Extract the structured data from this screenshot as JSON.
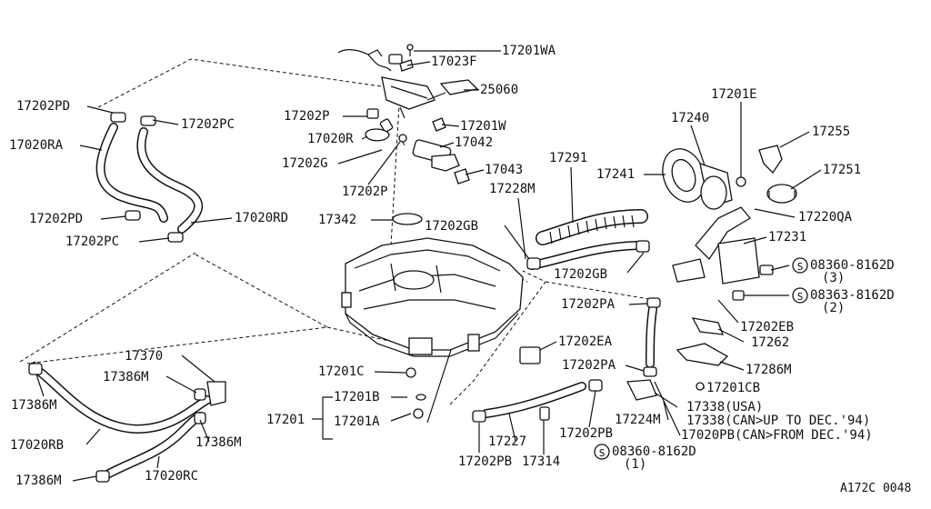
{
  "diagram_code": "A172C 0048",
  "labels": {
    "p17201WA": "17201WA",
    "p17023F": "17023F",
    "p25060": "25060",
    "p17202PD_top": "17202PD",
    "p17202PC_top": "17202PC",
    "p17020RA": "17020RA",
    "p17202P_a": "17202P",
    "p17201W": "17201W",
    "p17020R": "17020R",
    "p17042": "17042",
    "p17202G": "17202G",
    "p17043": "17043",
    "p17202P_b": "17202P",
    "p17201E": "17201E",
    "p17240": "17240",
    "p17255": "17255",
    "p17291": "17291",
    "p17241": "17241",
    "p17251": "17251",
    "p17228M": "17228M",
    "p17202PD_bot": "17202PD",
    "p17020RD": "17020RD",
    "p17342": "17342",
    "p17202GB_a": "17202GB",
    "p17220QA": "17220QA",
    "p17202PC_bot": "17202PC",
    "p17231": "17231",
    "p08360_top": "08360-8162D",
    "p08360_top_qty": "(3)",
    "p17202GB_b": "17202GB",
    "p08363": "08363-8162D",
    "p08363_qty": "(2)",
    "p17202PA_a": "17202PA",
    "p17202EB": "17202EB",
    "p17262": "17262",
    "p17370": "17370",
    "p17202EA": "17202EA",
    "p17386M_a": "17386M",
    "p17286M": "17286M",
    "p17201C": "17201C",
    "p17202PA_b": "17202PA",
    "p17201CB": "17201CB",
    "p17386M_b": "17386M",
    "p17201B": "17201B",
    "p17338_usa": "17338(USA)",
    "p17201": "17201",
    "p17201A": "17201A",
    "p17224M": "17224M",
    "p17338_can": "17338(CAN>UP TO DEC.'94)",
    "p17386M_c": "17386M",
    "p17020PB": "17020PB(CAN>FROM DEC.'94)",
    "p17020RB": "17020RB",
    "p17227": "17227",
    "p17202PB_a": "17202PB",
    "p08360_bot": "08360-8162D",
    "p08360_bot_qty": "(1)",
    "p17386M_d": "17386M",
    "p17020RC": "17020RC",
    "p17202PB_b": "17202PB",
    "p17314": "17314",
    "screw_symbol": "S"
  }
}
